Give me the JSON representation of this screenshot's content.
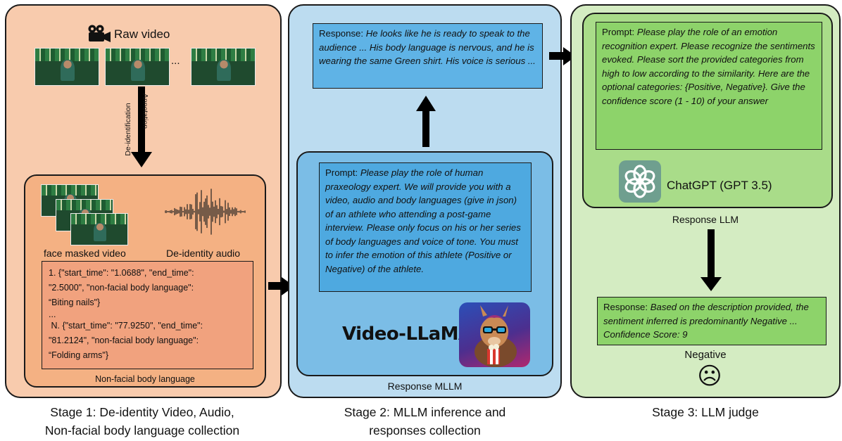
{
  "stage1": {
    "raw_video_label": "Raw video",
    "ellipsis": "...",
    "arrow_left_label": "De-identification",
    "arrow_right_label": "Annotation",
    "face_masked_label": "face masked video",
    "audio_label": "De-identity audio",
    "json_lines": [
      "1. {\"start_time\": \"1.0688\", \"end_time\":",
      "\"2.5000\", \"non-facial body language\":",
      "“Biting nails\"}",
      "...",
      " N. {\"start_time\": \"77.9250\", \"end_time\":",
      "\"81.2124\", \"non-facial body language\":",
      "“Folding arms\"}"
    ],
    "inner_caption": "Non-facial body language",
    "stage_title_line1": "Stage 1: De-identity Video, Audio,",
    "stage_title_line2": "Non-facial body language collection"
  },
  "stage2": {
    "response_prefix": "Response: ",
    "response_text": "He looks like he is ready to speak to the audience ... His body language is nervous, and he is wearing the same Green shirt. His voice is serious ...",
    "prompt_prefix": "Prompt: ",
    "prompt_text": "Please play the role of human praxeology expert. We will provide you with a video, audio and body languages (give in json) of an athlete who attending a post-game interview. Please only focus on his or her series of body languages and voice of tone. You must to infer the emotion of this athlete (Positive or Negative) of the athlete.",
    "model_name": "Video-LLaMA",
    "inner_caption": "Response MLLM",
    "stage_title_line1": "Stage 2: MLLM inference and",
    "stage_title_line2": "responses collection"
  },
  "stage3": {
    "prompt_prefix": "Prompt: ",
    "prompt_text": "Please play the role of an emotion recognition expert. Please recognize the sentiments evoked. Please sort the provided categories from high to low according to the similarity. Here are the optional categories: {Positive, Negative}. Give the confidence score (1 - 10) of your answer",
    "model_name": "ChatGPT (GPT 3.5)",
    "inner_caption": "Response LLM",
    "response_prefix": "Response: ",
    "response_text": "Based on the description provided, the sentiment inferred is predominantly Negative ... Confidence Score: 9",
    "result_label": "Negative",
    "result_emoji": "☹",
    "stage_title": "Stage 3: LLM judge"
  },
  "colors": {
    "stage1_bg": "#f8cbad",
    "stage2_bg": "#bcdcf0",
    "stage3_bg": "#d4ecc2"
  }
}
